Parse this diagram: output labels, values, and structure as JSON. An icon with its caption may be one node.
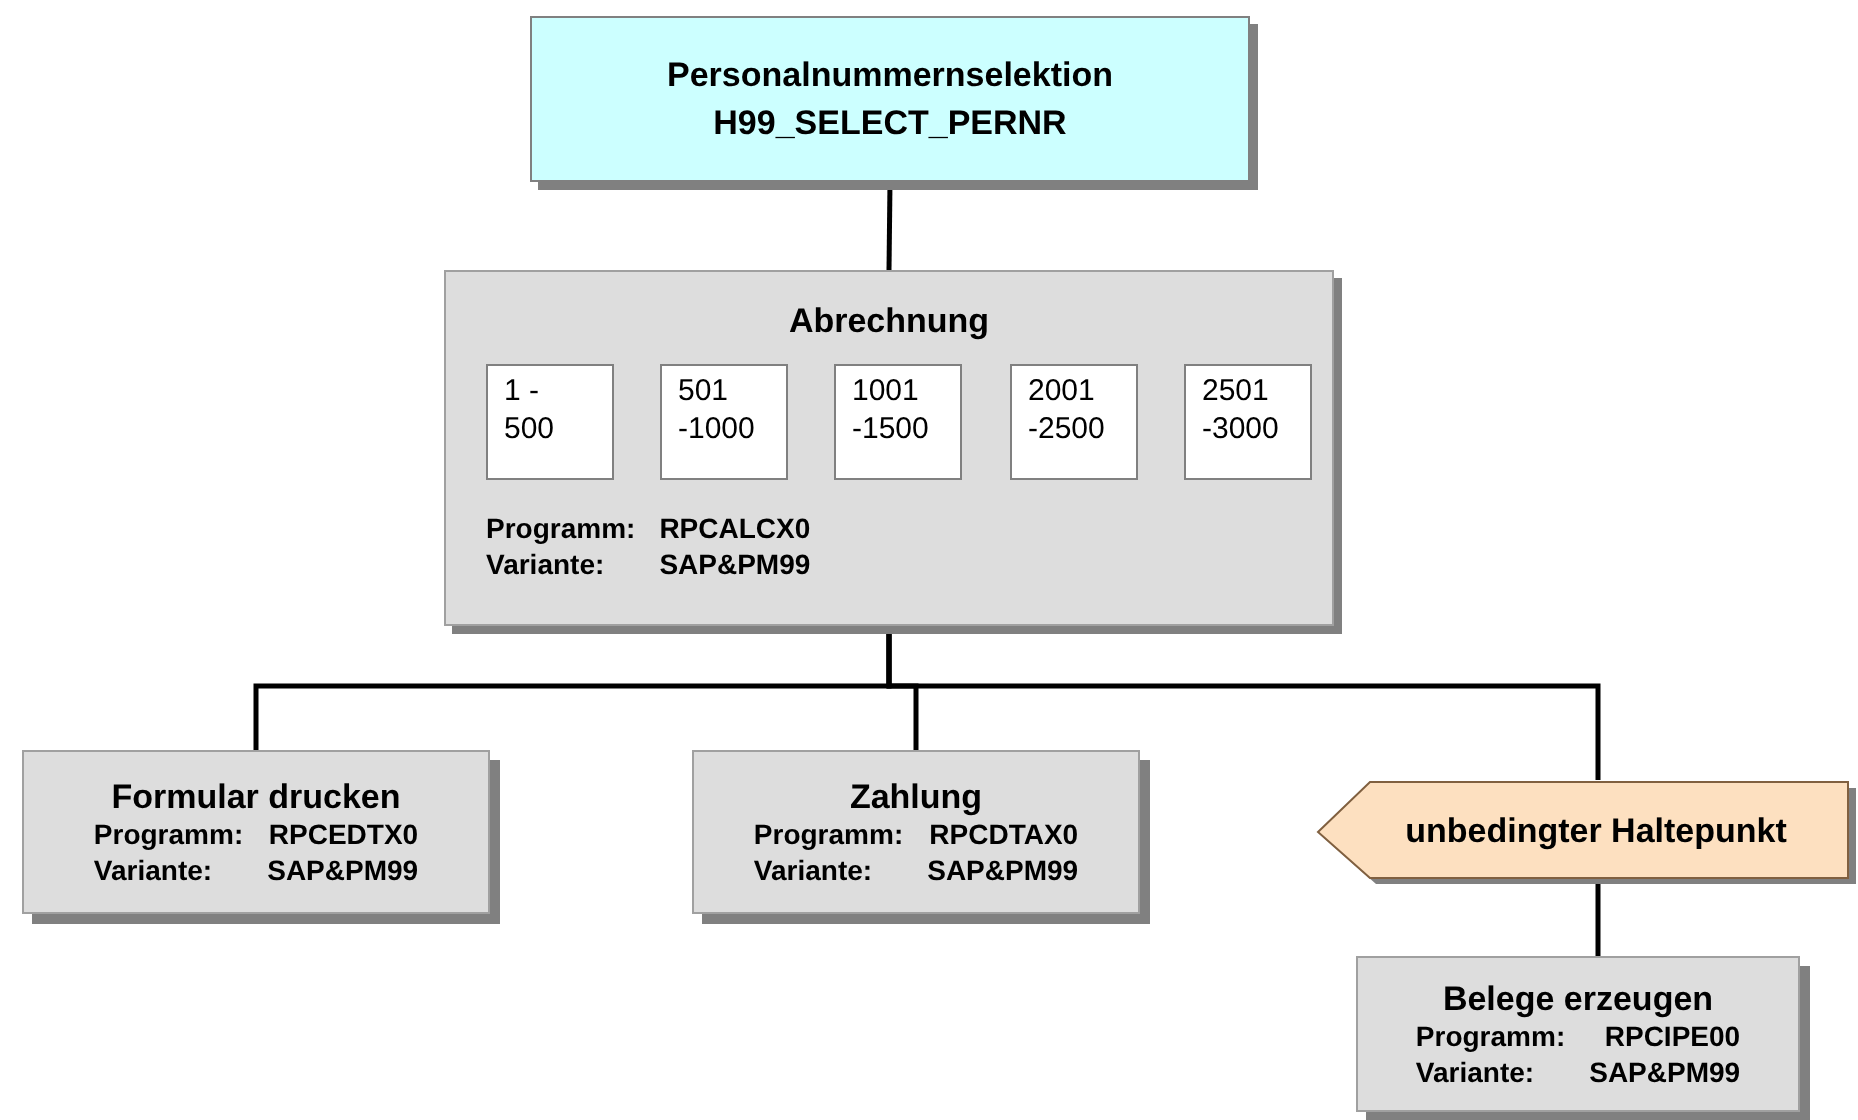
{
  "diagram": {
    "nodes": [
      {
        "text": [
          "Personalnummernselektion",
          "H99_SELECT_PERNR"
        ]
      },
      {
        "text": [
          "Abrechnung",
          "Programm:",
          "RPCALCX0",
          "Variante:",
          "SAP&PM99"
        ]
      },
      {
        "text": [
          "1 - 500"
        ],
        "in": 1
      },
      {
        "text": [
          "501 -1000"
        ],
        "in": 1
      },
      {
        "text": [
          "1001 -1500"
        ],
        "in": 1
      },
      {
        "text": [
          "2001 -2500"
        ],
        "in": 1
      },
      {
        "text": [
          "2501 -3000"
        ],
        "in": 1
      },
      {
        "text": [
          "Formular drucken",
          "Programm:",
          "RPCEDTX0",
          "Variante:",
          "SAP&PM99"
        ]
      },
      {
        "text": [
          "Zahlung",
          "Programm:",
          "RPCDTAX0",
          "Variante:",
          "SAP&PM99"
        ]
      },
      {
        "text": [
          "unbedingter Haltepunkt"
        ]
      },
      {
        "text": [
          "Belege erzeugen",
          "Programm:",
          "RPCIPE00",
          "Variante:",
          "SAP&PM99"
        ]
      }
    ],
    "edges": [
      {
        "from": 0,
        "to": 1,
        "arrow": "none"
      },
      {
        "from": 1,
        "to": 7,
        "arrow": "none"
      },
      {
        "from": 1,
        "to": 8,
        "arrow": "none"
      },
      {
        "from": 1,
        "to": 9,
        "arrow": "none"
      },
      {
        "from": 9,
        "to": 10,
        "arrow": "none"
      }
    ]
  }
}
